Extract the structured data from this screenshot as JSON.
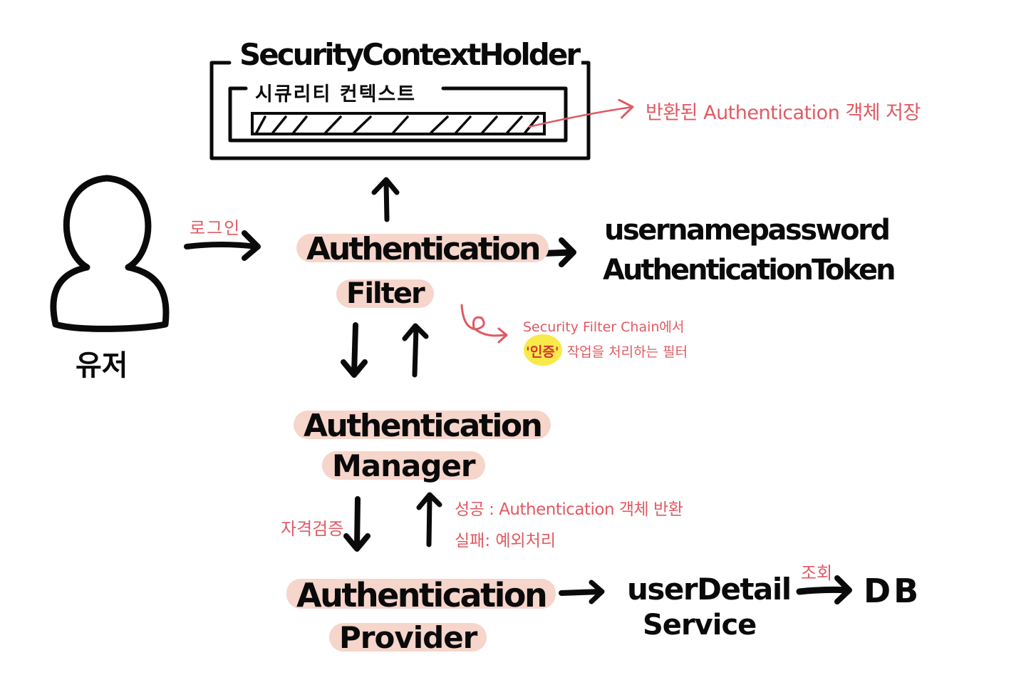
{
  "colors": {
    "ink": "#0a0a0a",
    "annotation": "#e05a63",
    "highlight": "#f6d5cb",
    "marker_yellow": "#f7ea4a",
    "background": "#ffffff"
  },
  "context_holder": {
    "title": "SecurityContextHolder",
    "inner_title": "시큐리티 컨텍스트",
    "stored_note": "반환된 Authentication 객체 저장"
  },
  "user": {
    "icon": "person-icon",
    "label": "유저",
    "action_label": "로그인"
  },
  "filter": {
    "line1": "Authentication",
    "line2": "Filter",
    "note_line1": "Security Filter Chain에서",
    "note_highlight": "'인증'",
    "note_line2_rest": "작업을 처리하는 필터"
  },
  "token": {
    "line1": "usernamepassword",
    "line2": "AuthenticationToken"
  },
  "manager": {
    "line1": "Authentication",
    "line2": "Manager",
    "down_label": "자격검증",
    "success_label": "성공 : Authentication 객체 반환",
    "failure_label": "실패: 예외처리"
  },
  "provider": {
    "line1": "Authentication",
    "line2": "Provider"
  },
  "user_detail_service": {
    "line1": "userDetail",
    "line2": "Service",
    "lookup_label": "조회"
  },
  "db": {
    "label": "DB"
  }
}
